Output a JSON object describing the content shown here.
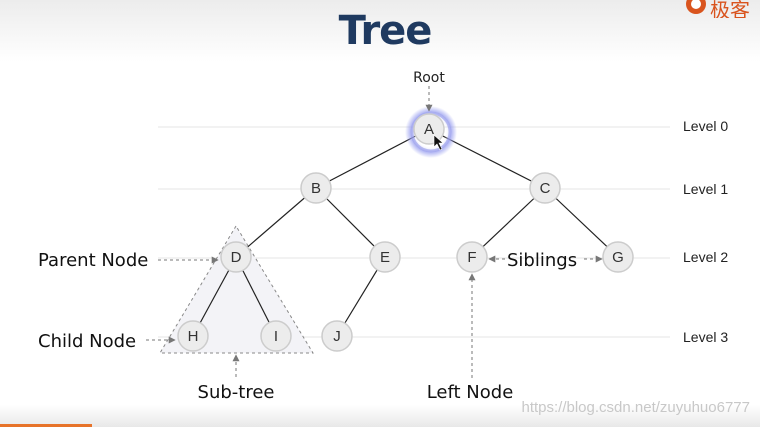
{
  "slide": {
    "title": "Tree",
    "logo_text": "极客",
    "watermark": "https://blog.csdn.net/zuyuhuo6777"
  },
  "levels": [
    "Level 0",
    "Level 1",
    "Level 2",
    "Level 3"
  ],
  "nodes": [
    "A",
    "B",
    "C",
    "D",
    "E",
    "F",
    "G",
    "H",
    "I",
    "J"
  ],
  "callouts": {
    "root": "Root",
    "parent_node": "Parent Node",
    "child_node": "Child Node",
    "sub_tree": "Sub-tree",
    "siblings": "Siblings",
    "left_node": "Left Node"
  },
  "colors": {
    "title": "#1f3a60",
    "node_fill": "#ececec",
    "node_stroke": "#cccccc",
    "highlight": "#7b7ee6",
    "edge": "#222222",
    "level_line": "#e4e4e4",
    "subtree_fill": "#f2f2f6"
  }
}
